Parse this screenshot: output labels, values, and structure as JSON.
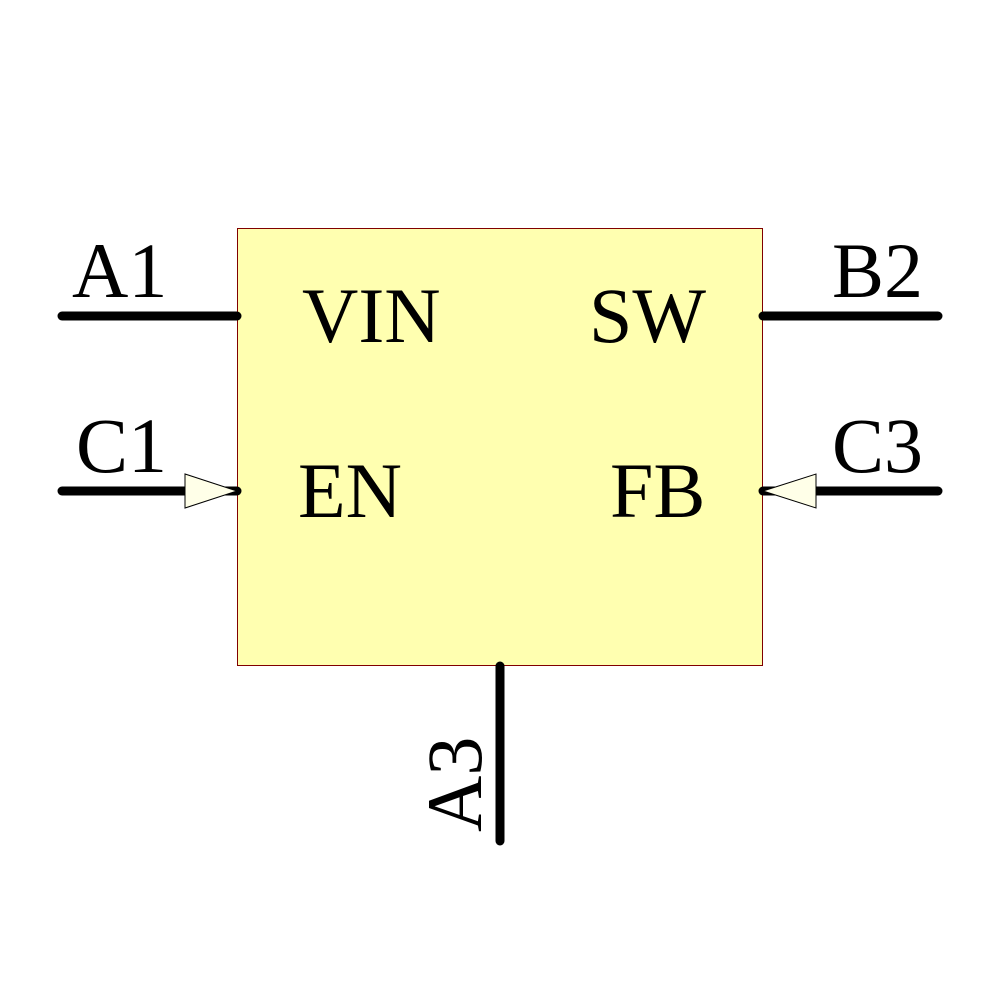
{
  "component": {
    "body_fill": "#FFFFB0",
    "body_border": "#800000",
    "pins_inside": {
      "vin": "VIN",
      "sw": "SW",
      "en": "EN",
      "fb": "FB"
    },
    "pin_numbers": {
      "vin": "A1",
      "sw": "B2",
      "en": "C1",
      "fb": "C3",
      "gnd": "A3"
    },
    "input_marker_fill": "#FFFFE8"
  }
}
